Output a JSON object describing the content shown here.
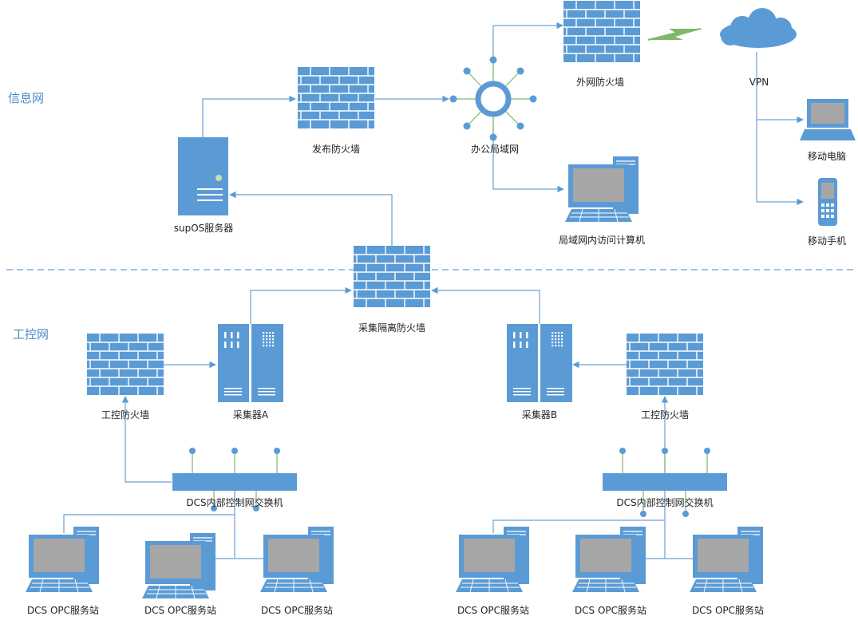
{
  "colors": {
    "device_blue": "#5b9bd5",
    "device_dark": "#3f7fc0",
    "connector": "#6aa0d6",
    "hub_spoke": "#7fb86a",
    "screen": "#a6a6a6",
    "zone_label": "#4a8bc9"
  },
  "zones": {
    "info": "信息网",
    "control": "工控网"
  },
  "labels": {
    "publish_firewall": "发布防火墙",
    "office_lan": "办公局域网",
    "external_firewall": "外网防火墙",
    "vpn": "VPN",
    "mobile_laptop": "移动电脑",
    "mobile_phone": "移动手机",
    "supos_server": "supOS服务器",
    "lan_computer": "局域网内访问计算机",
    "isolation_firewall": "采集隔离防火墙",
    "control_firewall_left": "工控防火墙",
    "collector_a": "采集器A",
    "collector_b": "采集器B",
    "control_firewall_right": "工控防火墙",
    "dcs_switch_left": "DCS内部控制网交换机",
    "dcs_switch_right": "DCS内部控制网交换机",
    "opc_stations": [
      "DCS OPC服务站",
      "DCS OPC服务站",
      "DCS OPC服务站",
      "DCS OPC服务站",
      "DCS OPC服务站",
      "DCS OPC服务站"
    ]
  }
}
